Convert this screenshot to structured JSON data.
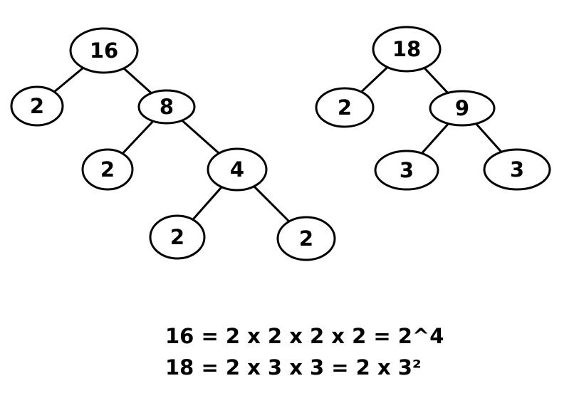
{
  "trees": [
    {
      "nodes": [
        {
          "id": "16",
          "label": "16"
        },
        {
          "id": "2a",
          "label": "2"
        },
        {
          "id": "8",
          "label": "8"
        },
        {
          "id": "2b",
          "label": "2"
        },
        {
          "id": "4",
          "label": "4"
        },
        {
          "id": "2c",
          "label": "2"
        },
        {
          "id": "2d",
          "label": "2"
        }
      ],
      "edges": [
        [
          "16",
          "2a"
        ],
        [
          "16",
          "8"
        ],
        [
          "8",
          "2b"
        ],
        [
          "8",
          "4"
        ],
        [
          "4",
          "2c"
        ],
        [
          "4",
          "2d"
        ]
      ]
    },
    {
      "nodes": [
        {
          "id": "18",
          "label": "18"
        },
        {
          "id": "2e",
          "label": "2"
        },
        {
          "id": "9",
          "label": "9"
        },
        {
          "id": "3a",
          "label": "3"
        },
        {
          "id": "3b",
          "label": "3"
        }
      ],
      "edges": [
        [
          "18",
          "2e"
        ],
        [
          "18",
          "9"
        ],
        [
          "9",
          "3a"
        ],
        [
          "9",
          "3b"
        ]
      ]
    }
  ],
  "equations": [
    "16 = 2 x 2 x 2 x 2 = 2^4",
    "18 = 2 x 3 x 3 = 2 x 3²"
  ]
}
